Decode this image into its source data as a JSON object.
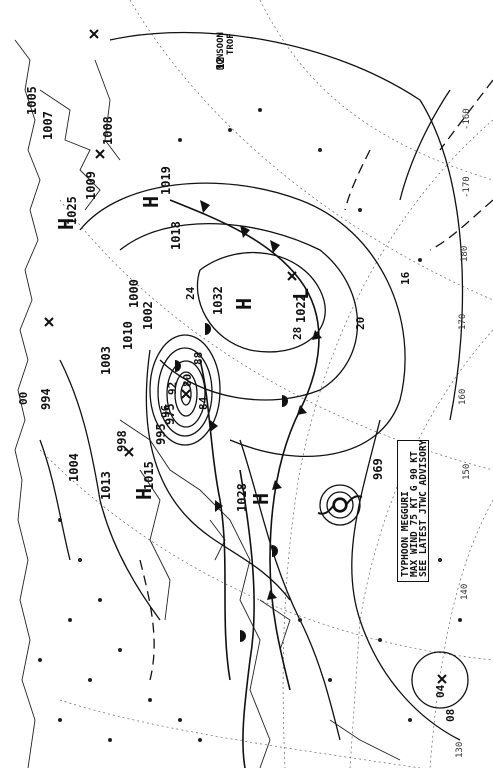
{
  "advisory": {
    "line1": "TYPHOON MEGGURI",
    "line2": "MAX WIND 75 KT G 90 KT",
    "line3": "SEE LATEST JTWC ADVISORY"
  },
  "monsoon_label": {
    "line1": "MONSOON",
    "line2": "TROF"
  },
  "pressure_centers": [
    {
      "type": "H",
      "value": "1032"
    },
    {
      "type": "H",
      "value": "1028"
    },
    {
      "type": "H",
      "value": "1025"
    },
    {
      "type": "H",
      "value": "1019"
    },
    {
      "type": "H",
      "value": "1015"
    },
    {
      "type": "L",
      "value": "1022"
    },
    {
      "type": "L",
      "value": "1004"
    },
    {
      "type": "L",
      "value": "1010"
    },
    {
      "type": "L",
      "value": "1008"
    },
    {
      "type": "L",
      "value": "1005"
    },
    {
      "type": "L",
      "value": "1007"
    },
    {
      "type": "L",
      "value": "975"
    },
    {
      "type": "L",
      "value": "995"
    },
    {
      "type": "L",
      "value": "998"
    },
    {
      "type": "L",
      "value": "1013"
    },
    {
      "type": "L",
      "value": "1000"
    },
    {
      "type": "L",
      "value": "1002"
    },
    {
      "type": "L",
      "value": "994"
    },
    {
      "type": "L",
      "value": "1003"
    },
    {
      "type": "L",
      "value": "1018"
    },
    {
      "type": "L",
      "value": "1009"
    },
    {
      "type": "L",
      "value": "969"
    }
  ],
  "isobar_labels": [
    "12",
    "16",
    "20",
    "24",
    "28",
    "04",
    "08",
    "96",
    "92",
    "88",
    "84",
    "80",
    "00"
  ],
  "grid_labels": [
    "130",
    "140",
    "150",
    "160",
    "170",
    "180",
    "-170",
    "-160"
  ]
}
